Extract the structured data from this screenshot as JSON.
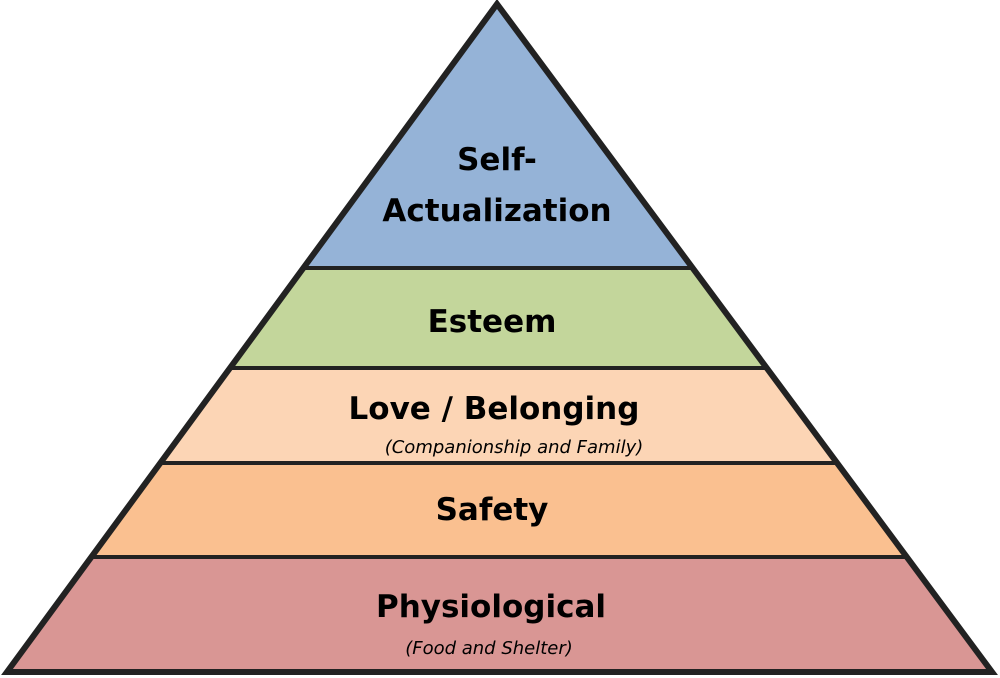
{
  "title": "Hierarchy of Needs",
  "levels": [
    {
      "name": "self-actualization",
      "lines": [
        "Self-",
        "Actualization"
      ],
      "subtitle": null,
      "color": "#95b3d7"
    },
    {
      "name": "esteem",
      "lines": [
        "Esteem"
      ],
      "subtitle": null,
      "color": "#c3d69b"
    },
    {
      "name": "love-belonging",
      "lines": [
        "Love / Belonging"
      ],
      "subtitle": "(Companionship and Family)",
      "color": "#fcd5b5"
    },
    {
      "name": "safety",
      "lines": [
        "Safety"
      ],
      "subtitle": null,
      "color": "#fac090"
    },
    {
      "name": "physiological",
      "lines": [
        "Physiological"
      ],
      "subtitle": "(Food and Shelter)",
      "color": "#d99694"
    }
  ],
  "outline_color": "#222222"
}
